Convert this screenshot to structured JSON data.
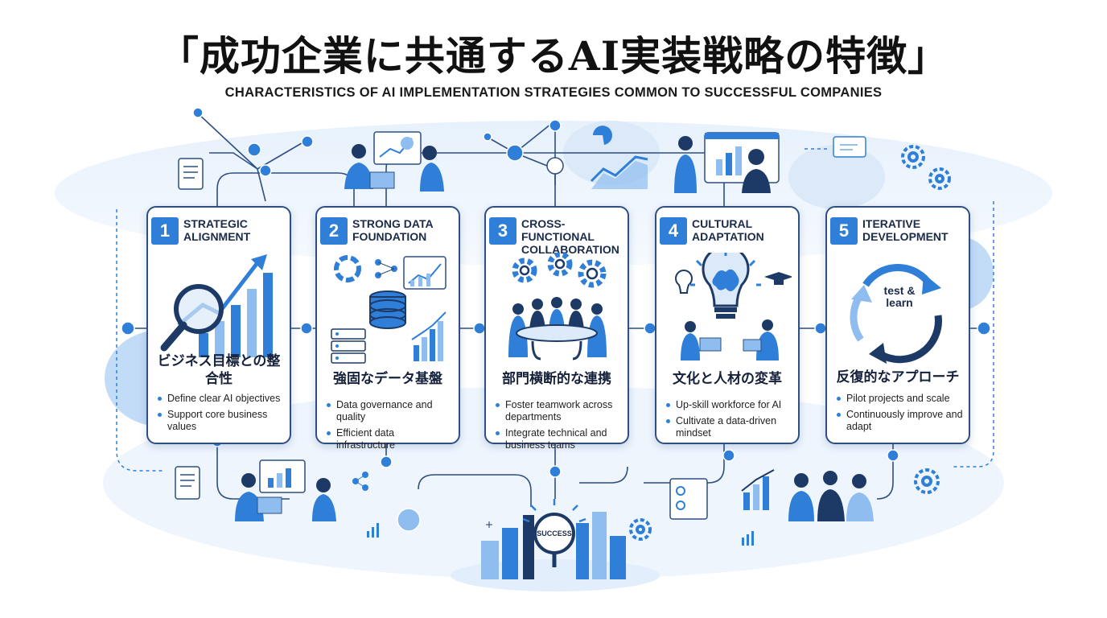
{
  "title": "「成功企業に共通するAI実装戦略の特徴」",
  "subtitle": "CHARACTERISTICS OF AI IMPLEMENTATION STRATEGIES COMMON TO SUCCESSFUL COMPANIES",
  "colors": {
    "accent": "#2f7fd8",
    "dark_navy": "#1d3a66",
    "light_blue": "#dbe9f8",
    "card_border": "#2d4f82"
  },
  "cards": [
    {
      "number": "1",
      "heading": "STRATEGIC ALIGNMENT",
      "japanese": "ビジネス目標との整合性",
      "bullets": [
        "Define clear AI objectives",
        "Support core business values"
      ],
      "icon": "magnifier-growth-chart-icon"
    },
    {
      "number": "2",
      "heading": "STRONG DATA FOUNDATION",
      "japanese": "強固なデータ基盤",
      "bullets": [
        "Data governance and quality",
        "Efficient data infrastructure"
      ],
      "icon": "database-server-icon"
    },
    {
      "number": "3",
      "heading": "CROSS-FUNCTIONAL COLLABORATION",
      "japanese": "部門横断的な連携",
      "bullets": [
        "Foster teamwork across departments",
        "Integrate technical and business teams"
      ],
      "icon": "team-meeting-gears-icon"
    },
    {
      "number": "4",
      "heading": "CULTURAL ADAPTATION",
      "japanese": "文化と人材の変革",
      "bullets": [
        "Up-skill workforce for AI",
        "Cultivate a data-driven mindset"
      ],
      "icon": "lightbulb-brain-icon"
    },
    {
      "number": "5",
      "heading": "ITERATIVE DEVELOPMENT",
      "japanese": "反復的なアプローチ",
      "bullets": [
        "Pilot projects and scale",
        "Continuously improve and adapt"
      ],
      "icon": "cycle-arrows-icon",
      "loop_label": "test & learn"
    }
  ],
  "success_label": "SUCCESS"
}
